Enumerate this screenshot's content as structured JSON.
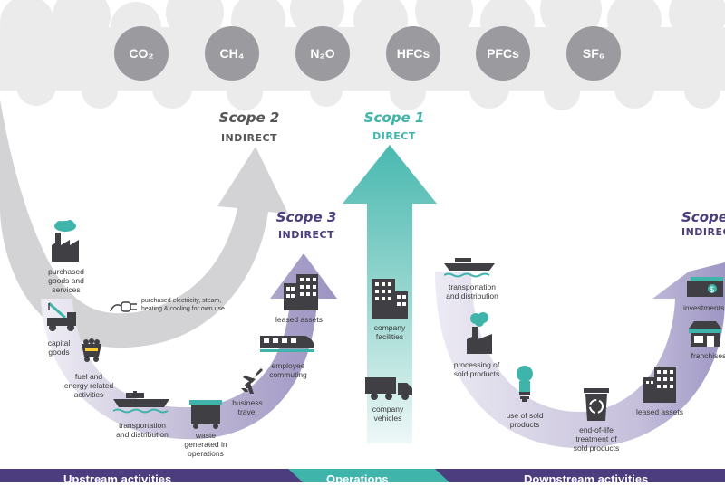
{
  "colors": {
    "cloud": "#e9e9ea",
    "gas_circle": "#9b9b9f",
    "scope1": "#40b6ad",
    "scope2": "#c8c8ca",
    "scope3": "#6a5c9c",
    "purple_band": "#4c3d7e",
    "teal_band": "#3fb4ab",
    "dark_icon": "#3f3f44"
  },
  "gases": [
    {
      "name": "CO₂"
    },
    {
      "name": "CH₄"
    },
    {
      "name": "N₂O"
    },
    {
      "name": "HFCs"
    },
    {
      "name": "PFCs"
    },
    {
      "name": "SF₆"
    }
  ],
  "scope2": {
    "title": "Scope 2",
    "subtitle": "INDIRECT"
  },
  "scope1": {
    "title": "Scope 1",
    "subtitle": "DIRECT"
  },
  "scope3_up": {
    "title": "Scope 3",
    "subtitle": "INDIRECT"
  },
  "scope3_down": {
    "title": "Scope",
    "subtitle": "INDIREC"
  },
  "upstream": {
    "purchased_goods": [
      "purchased",
      "goods and",
      "services"
    ],
    "capital_goods": [
      "capital",
      "goods"
    ],
    "fuel_energy": [
      "fuel and",
      "energy related",
      "activities"
    ],
    "transport": [
      "transportation",
      "and distribution"
    ],
    "waste": [
      "waste",
      "generated in",
      "operations"
    ],
    "business_travel": [
      "business",
      "travel"
    ],
    "employee_commuting": [
      "employee",
      "commuting"
    ],
    "leased_assets": [
      "leased assets"
    ]
  },
  "scope2_item": [
    "purchased electricity, steam,",
    "heating & cooling for own use"
  ],
  "direct": {
    "company_facilities": [
      "company",
      "facilities"
    ],
    "company_vehicles": [
      "company",
      "vehicles"
    ]
  },
  "downstream": {
    "transport": [
      "transportation",
      "and distribution"
    ],
    "processing": [
      "processing of",
      "sold products"
    ],
    "use": [
      "use of sold",
      "products"
    ],
    "end_of_life": [
      "end-of-life",
      "treatment of",
      "sold products"
    ],
    "leased_assets": [
      "leased assets"
    ],
    "franchises": [
      "franchises"
    ],
    "investments": [
      "investments"
    ]
  },
  "bands": {
    "left": "Upstream activities",
    "mid": "Operations",
    "right": "Downstream activities"
  }
}
